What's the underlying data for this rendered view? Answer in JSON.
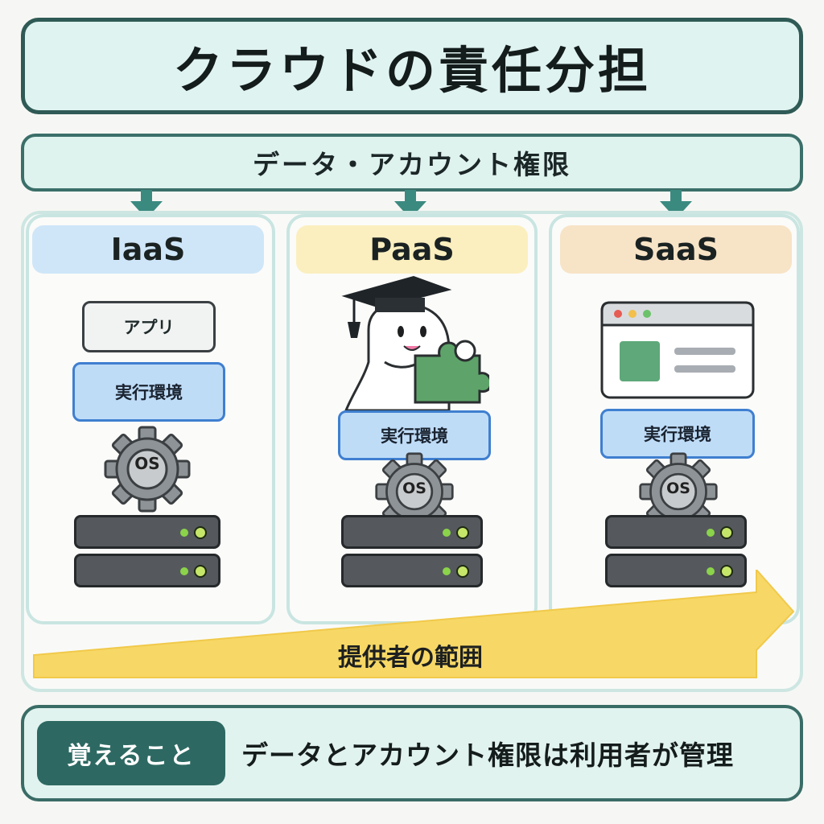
{
  "title": "クラウドの責任分担",
  "data_banner": "データ・アカウント権限",
  "columns": [
    {
      "name": "IaaS",
      "head_color": "#cfe6f8",
      "layers": {
        "app": "アプリ",
        "runtime": "実行環境",
        "os": "OS"
      }
    },
    {
      "name": "PaaS",
      "head_color": "#fbefbf",
      "layers": {
        "runtime": "実行環境",
        "os": "OS"
      }
    },
    {
      "name": "SaaS",
      "head_color": "#f7e3c6",
      "layers": {
        "runtime": "実行環境",
        "os": "OS"
      }
    }
  ],
  "provider_arrow": {
    "label": "提供者の範囲",
    "color": "#f7d866"
  },
  "bottom": {
    "badge": "覚えること",
    "text": "データとアカウント権限は利用者が管理"
  },
  "colors": {
    "accent": "#2f5a55",
    "runtime_blue": "#bfdcf7",
    "server_led": "#8bd34a"
  },
  "icons": [
    "gear-icon",
    "server-icon",
    "browser-window-icon",
    "graduation-cap-icon",
    "puzzle-piece-icon"
  ]
}
